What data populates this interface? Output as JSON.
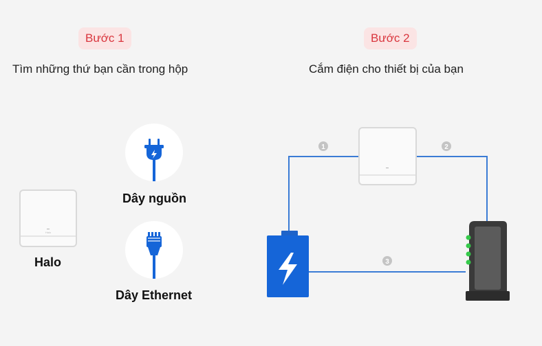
{
  "step1": {
    "badge": "Bước 1",
    "description": "Tìm những thứ bạn cần trong hộp",
    "items": {
      "halo": "Halo",
      "power_cable": "Dây nguồn",
      "ethernet_cable": "Dây Ethernet"
    }
  },
  "step2": {
    "badge": "Bước 2",
    "description": "Cắm điện cho thiết bị của bạn",
    "connections": [
      "1",
      "2",
      "3"
    ]
  },
  "device_brand_mark": "Halo",
  "colors": {
    "accent_red": "#d9363e",
    "badge_bg": "#fbe4e4",
    "cable_blue": "#3a7bd5",
    "battery_blue": "#1565d8",
    "status_green": "#35c94a"
  }
}
